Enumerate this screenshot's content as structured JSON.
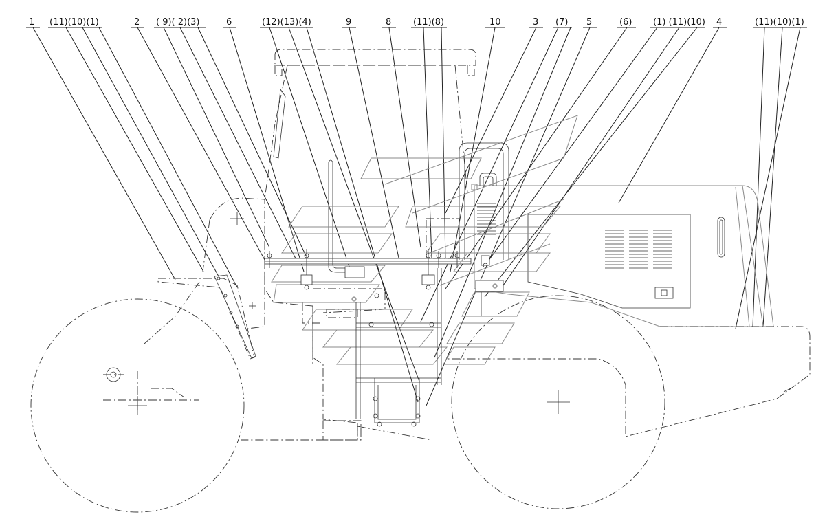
{
  "callouts": [
    {
      "id": "c1",
      "text": "1"
    },
    {
      "id": "c2",
      "text": "(11)(10)(1)"
    },
    {
      "id": "c3",
      "text": "2"
    },
    {
      "id": "c4",
      "text": "( 9)( 2)(3)"
    },
    {
      "id": "c5",
      "text": "6"
    },
    {
      "id": "c6",
      "text": "(12)(13)(4)"
    },
    {
      "id": "c7",
      "text": "9"
    },
    {
      "id": "c8",
      "text": "8"
    },
    {
      "id": "c9",
      "text": "(11)(8)"
    },
    {
      "id": "c10",
      "text": "10"
    },
    {
      "id": "c11",
      "text": "3"
    },
    {
      "id": "c12",
      "text": "(7)"
    },
    {
      "id": "c13",
      "text": "5"
    },
    {
      "id": "c14",
      "text": "(6)"
    },
    {
      "id": "c15",
      "text": "(1) (11)(10)"
    },
    {
      "id": "c16",
      "text": "4"
    },
    {
      "id": "c17",
      "text": "(11)(10)(1)"
    }
  ]
}
